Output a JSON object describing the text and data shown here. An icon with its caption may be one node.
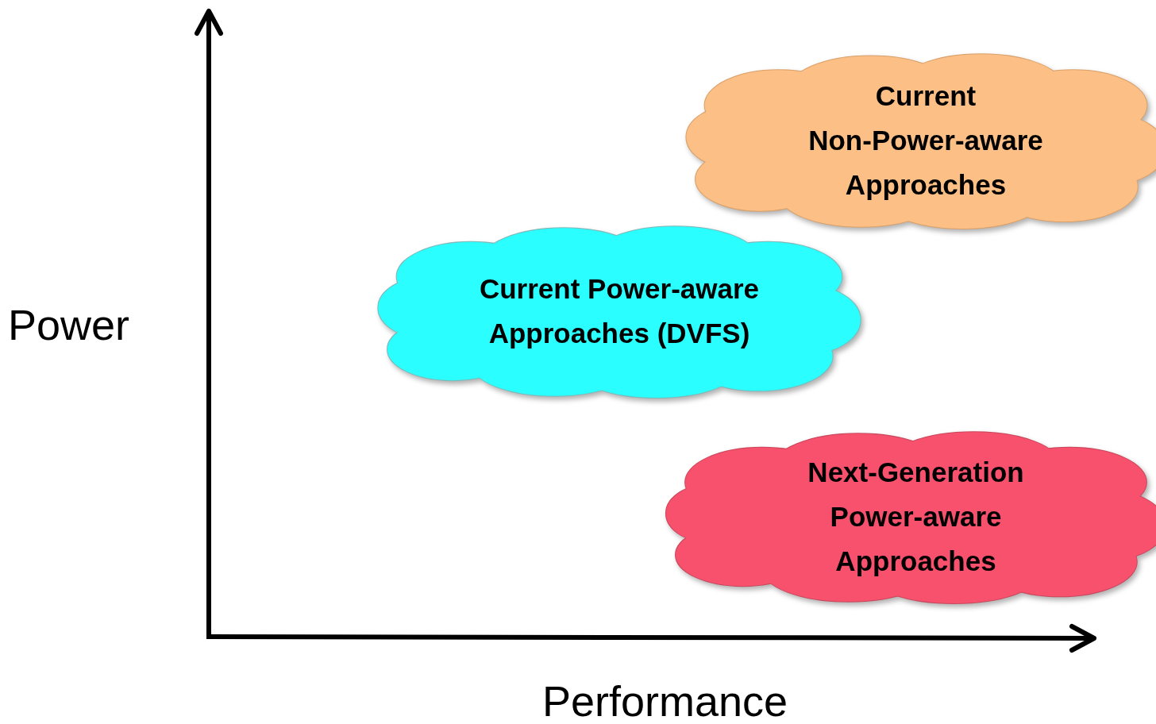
{
  "diagram": {
    "nodes": [
      {
        "text": [
          "Current Non-Power-aware Approaches"
        ]
      },
      {
        "text": [
          "Current Power-aware Approaches (DVFS)"
        ]
      },
      {
        "text": [
          "Next-Generation Power-aware Approaches"
        ]
      }
    ],
    "labels": [
      "Power",
      "Performance"
    ]
  }
}
